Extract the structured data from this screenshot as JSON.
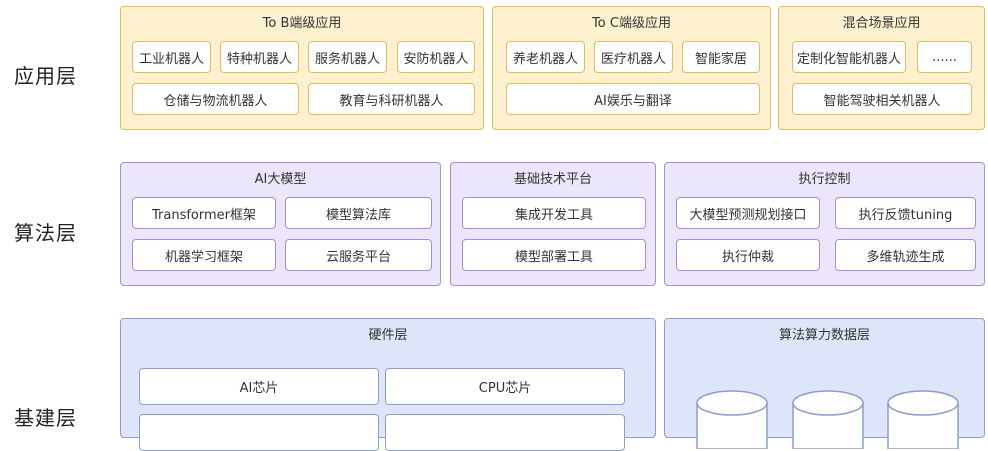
{
  "layers": {
    "app": "应用层",
    "algo": "算法层",
    "infra": "基建层"
  },
  "app": {
    "tob": {
      "title": "To B端级应用",
      "items": [
        "工业机器人",
        "特种机器人",
        "服务机器人",
        "安防机器人",
        "仓储与物流机器人",
        "教育与科研机器人"
      ]
    },
    "toc": {
      "title": "To C端级应用",
      "items": [
        "养老机器人",
        "医疗机器人",
        "智能家居",
        "AI娱乐与翻译"
      ]
    },
    "mixed": {
      "title": "混合场景应用",
      "items": [
        "定制化智能机器人",
        "......",
        "智能驾驶相关机器人"
      ]
    }
  },
  "algo": {
    "llm": {
      "title": "AI大模型",
      "items": [
        "Transformer框架",
        "模型算法库",
        "机器学习框架",
        "云服务平台"
      ]
    },
    "platform": {
      "title": "基础技术平台",
      "items": [
        "集成开发工具",
        "模型部署工具"
      ]
    },
    "control": {
      "title": "执行控制",
      "items": [
        "大模型预测规划接口",
        "执行反馈tuning",
        "执行仲裁",
        "多维轨迹生成"
      ]
    }
  },
  "infra": {
    "hardware": {
      "title": "硬件层",
      "items": [
        "AI芯片",
        "CPU芯片"
      ]
    },
    "data": {
      "title": "算法算力数据层"
    }
  },
  "colors": {
    "app_fill": "#fdf1cf",
    "app_border": "#e3bc5e",
    "algo_fill": "#ece6fb",
    "algo_border": "#a98dd8",
    "infra_fill": "#dfe5f8",
    "infra_border": "#8e9dcf"
  }
}
